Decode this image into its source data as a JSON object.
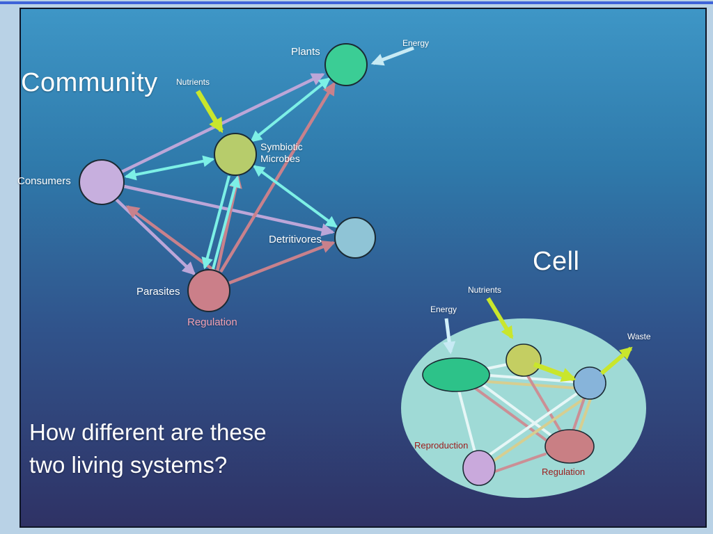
{
  "community": {
    "title": "Community",
    "node_labels": {
      "plants": "Plants",
      "symbiotic_line1": "Symbiotic",
      "symbiotic_line2": "Microbes",
      "consumers": "Consumers",
      "detritivores": "Detritivores",
      "parasites": "Parasites"
    },
    "flow_labels": {
      "energy": "Energy",
      "nutrients": "Nutrients",
      "regulation": "Regulation"
    },
    "edges": {
      "mutual_exchange_cyan": [
        [
          "Plants",
          "Symbiotic Microbes"
        ],
        [
          "Consumers",
          "Symbiotic Microbes"
        ],
        [
          "Symbiotic Microbes",
          "Detritivores"
        ],
        [
          "Parasites",
          "Symbiotic Microbes"
        ]
      ],
      "consumption_lavender": [
        [
          "Consumers",
          "Plants"
        ],
        [
          "Consumers",
          "Detritivores"
        ],
        [
          "Consumers",
          "Parasites"
        ]
      ],
      "regulation_pink": [
        [
          "Parasites",
          "Consumers"
        ],
        [
          "Parasites",
          "Plants"
        ],
        [
          "Parasites",
          "Symbiotic Microbes"
        ],
        [
          "Parasites",
          "Detritivores"
        ]
      ],
      "inputs": [
        [
          "Energy",
          "Plants"
        ],
        [
          "Nutrients",
          "Symbiotic Microbes"
        ]
      ]
    }
  },
  "cell": {
    "title": "Cell",
    "flow_labels": {
      "energy": "Energy",
      "nutrients": "Nutrients",
      "waste": "Waste"
    },
    "process_labels": {
      "reproduction": "Reproduction",
      "regulation": "Regulation"
    }
  },
  "question": {
    "line1": "How different are these",
    "line2": "two living systems?"
  },
  "colors": {
    "frame_outer": "#B9D2E6",
    "frame_top_line": "#3E63D8",
    "slide_top": "#3E96C6",
    "slide_bottom": "#2F3265",
    "node_plants": "#3BCD95",
    "node_microbes": "#B7CC6B",
    "node_consumers": "#C7AFDE",
    "node_detritivores": "#8FC4D6",
    "node_parasites": "#CB7F89",
    "arrow_cyan": "#7DF0E6",
    "arrow_lavender": "#BCA6D8",
    "arrow_pink": "#C8818C",
    "arrow_energy_pale": "#C7EAF4",
    "arrow_nutrients_green": "#C9E62C",
    "cell_membrane": "#9FDAD6",
    "organelle_green": "#2DC289",
    "organelle_yellow": "#C4CE62",
    "organelle_blue": "#87B4DA",
    "organelle_pink": "#C97F84",
    "organelle_purple": "#C9A9DC",
    "edge_white": "#EAF8F8",
    "edge_tan": "#D9CE8D",
    "edge_salmon": "#CE8B92",
    "label_regulation_pink": "#F0A0B2",
    "label_darkred": "#9C1B1B"
  }
}
